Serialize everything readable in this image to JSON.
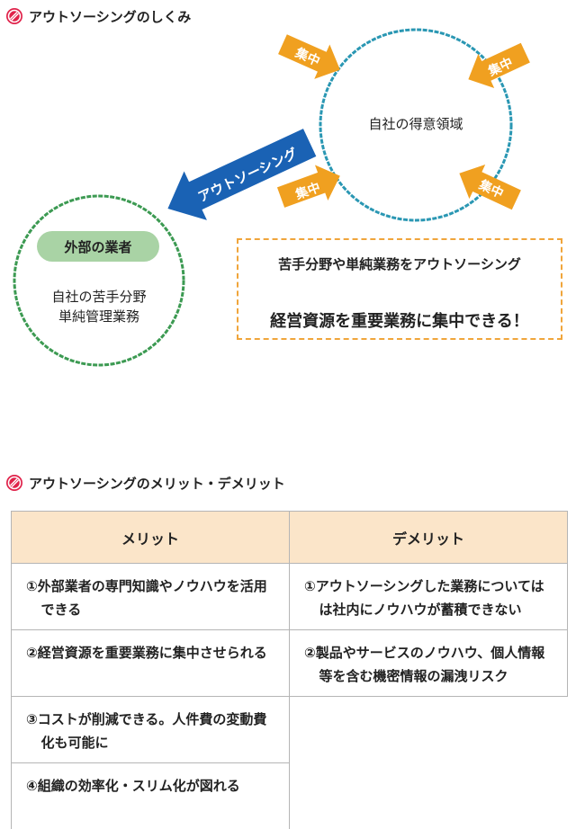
{
  "section1": {
    "title": "アウトソーシングのしくみ"
  },
  "diagram": {
    "core_circle_text": "自社の得意領域",
    "focus_arrow_label": "集中",
    "outsourcing_arrow_label": "アウトソーシング",
    "vendor_circle": {
      "pill_label": "外部の業者",
      "line1": "自社の苦手分野",
      "line2": "単純管理業務"
    },
    "callout": {
      "line1": "苦手分野や単純業務をアウトソーシング",
      "line2": "経営資源を重要業務に集中できる！"
    },
    "colors": {
      "core_circle_stroke": "#2a97b3",
      "vendor_circle_stroke": "#3c9a52",
      "focus_arrow": "#f0a020",
      "outsourcing_arrow": "#1a62b4",
      "callout_border": "#f0a53b"
    }
  },
  "section2": {
    "title": "アウトソーシングのメリット・デメリット"
  },
  "table": {
    "headers": {
      "merit": "メリット",
      "demerit": "デメリット"
    },
    "merits": [
      "①外部業者の専門知識やノウハウを活用できる",
      "②経営資源を重要業務に集中させられる",
      "③コストが削減できる。人件費の変動費化も可能に",
      "④組織の効率化・スリム化が図れる"
    ],
    "demerits": [
      "①アウトソーシングした業務についてはは社内にノウハウが蓄積できない",
      "②製品やサービスのノウハウ、個人情報等を含む機密情報の漏洩リスク"
    ],
    "header_bg": "#fbe5c9"
  }
}
